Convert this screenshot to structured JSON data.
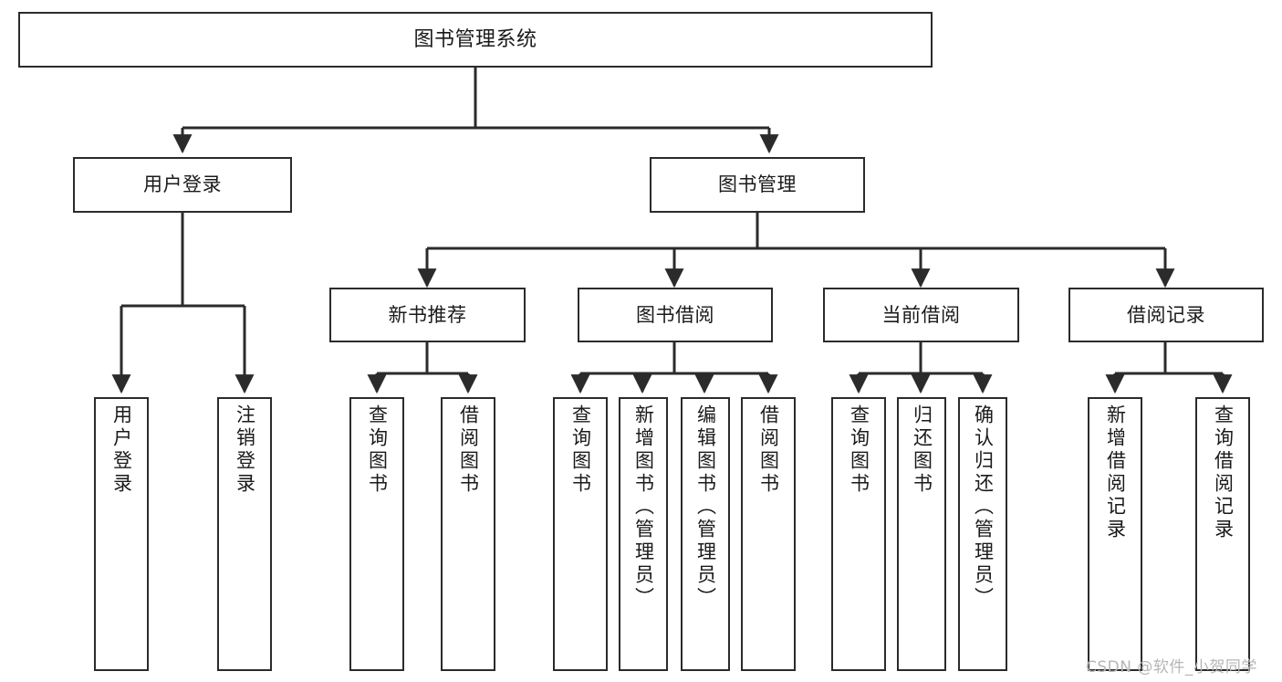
{
  "diagram": {
    "title": "图书管理系统",
    "type": "功能结构图",
    "watermark": "CSDN @软件_小贺同学",
    "colors": {
      "box_border": "#2b2b2b",
      "box_fill": "#ffffff",
      "edge": "#2b2b2b",
      "text": "#1a1a1a",
      "watermark": "#b6b6b6",
      "background": "#ffffff"
    },
    "nodes": {
      "root": {
        "label": "图书管理系统"
      },
      "level2": [
        {
          "id": "user-login",
          "label": "用户登录"
        },
        {
          "id": "book-manage",
          "label": "图书管理"
        }
      ],
      "level3": [
        {
          "id": "new-book-recommend",
          "label": "新书推荐"
        },
        {
          "id": "book-borrow",
          "label": "图书借阅"
        },
        {
          "id": "current-borrow",
          "label": "当前借阅"
        },
        {
          "id": "borrow-record",
          "label": "借阅记录"
        }
      ],
      "leaves": {
        "user-login": [
          {
            "id": "leaf-user-login",
            "label": "用户登录"
          },
          {
            "id": "leaf-user-logout",
            "label": "注销登录"
          }
        ],
        "new-book-recommend": [
          {
            "id": "leaf-query-book-1",
            "label": "查询图书"
          },
          {
            "id": "leaf-borrow-book-1",
            "label": "借阅图书"
          }
        ],
        "book-borrow": [
          {
            "id": "leaf-query-book-2",
            "label": "查询图书"
          },
          {
            "id": "leaf-add-book",
            "label": "新增图书（管理员）"
          },
          {
            "id": "leaf-edit-book",
            "label": "编辑图书（管理员）"
          },
          {
            "id": "leaf-borrow-book-2",
            "label": "借阅图书"
          }
        ],
        "current-borrow": [
          {
            "id": "leaf-query-book-3",
            "label": "查询图书"
          },
          {
            "id": "leaf-return-book",
            "label": "归还图书"
          },
          {
            "id": "leaf-confirm-return",
            "label": "确认归还（管理员）"
          }
        ],
        "borrow-record": [
          {
            "id": "leaf-add-record",
            "label": "新增借阅记录"
          },
          {
            "id": "leaf-query-record",
            "label": "查询借阅记录"
          }
        ]
      }
    }
  }
}
